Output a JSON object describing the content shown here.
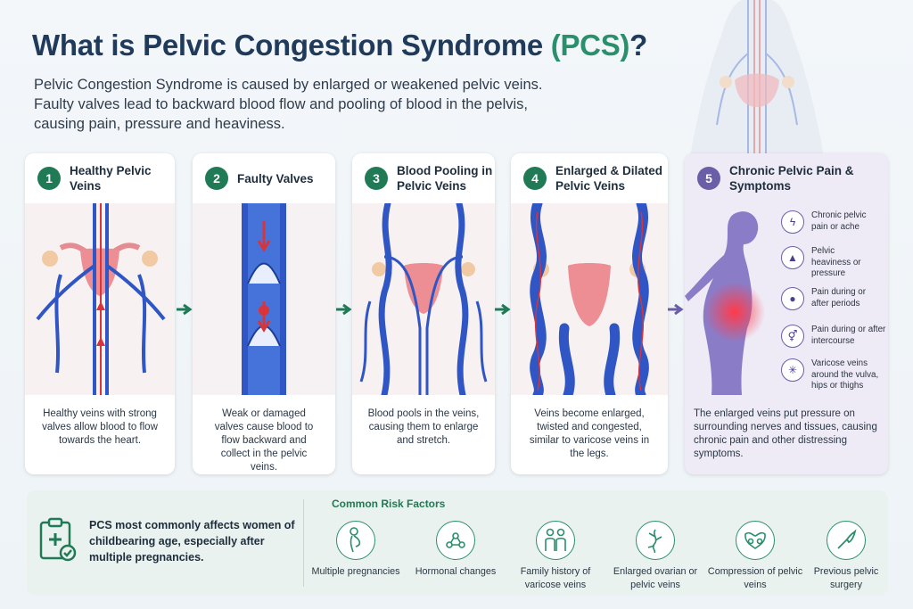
{
  "header": {
    "title_main": "What is Pelvic Congestion Syndrome ",
    "title_acronym": "(PCS)",
    "title_end": "?",
    "intro_lines": [
      "Pelvic Congestion Syndrome is caused by enlarged or weakened pelvic veins.",
      "Faulty valves lead to backward blood flow and pooling of blood in the pelvis,",
      "causing pain, pressure and heaviness."
    ]
  },
  "steps": [
    {
      "num": "1",
      "title": "Healthy Pelvic Veins",
      "desc": "Healthy veins with strong valves allow blood to flow towards the heart."
    },
    {
      "num": "2",
      "title": "Faulty Valves",
      "desc": "Weak or damaged valves cause blood to flow backward and collect in the pelvic veins."
    },
    {
      "num": "3",
      "title": "Blood Pooling in Pelvic Veins",
      "desc": "Blood pools in the veins, causing them to enlarge and stretch."
    },
    {
      "num": "4",
      "title": "Enlarged & Dilated Pelvic Veins",
      "desc": "Veins become enlarged, twisted and congested, similar to varicose veins in the legs."
    },
    {
      "num": "5",
      "title": "Chronic Pelvic Pain & Symptoms",
      "desc": "The enlarged veins put pressure on surrounding nerves and tissues, causing chronic pain and other distressing symptoms."
    }
  ],
  "symptoms": [
    {
      "icon": "lightning-icon",
      "glyph": "ϟ",
      "text": "Chronic pelvic pain or ache"
    },
    {
      "icon": "weight-icon",
      "glyph": "▲",
      "text": "Pelvic heaviness or pressure"
    },
    {
      "icon": "drop-icon",
      "glyph": "●",
      "text": "Pain during or after periods"
    },
    {
      "icon": "gender-icon",
      "glyph": "⚥",
      "text": "Pain during or after intercourse"
    },
    {
      "icon": "veins-icon",
      "glyph": "✳",
      "text": "Varicose veins around the vulva, hips or thighs"
    }
  ],
  "bottom": {
    "note": "PCS most commonly affects women of childbearing age, especially after multiple pregnancies.",
    "risk_title": "Common Risk Factors",
    "risks": [
      {
        "icon": "pregnant-icon",
        "label": "Multiple pregnancies"
      },
      {
        "icon": "molecule-icon",
        "label": "Hormonal changes"
      },
      {
        "icon": "family-icon",
        "label": "Family history of varicose veins"
      },
      {
        "icon": "ovary-icon",
        "label": "Enlarged ovarian or pelvic veins"
      },
      {
        "icon": "pelvis-icon",
        "label": "Compression of pelvic veins"
      },
      {
        "icon": "scalpel-icon",
        "label": "Previous pelvic surgery"
      }
    ]
  },
  "colors": {
    "green": "#1f7a55",
    "purple": "#6a5ea6",
    "vein_blue": "#2f56c4",
    "blood_red": "#d8343a"
  }
}
